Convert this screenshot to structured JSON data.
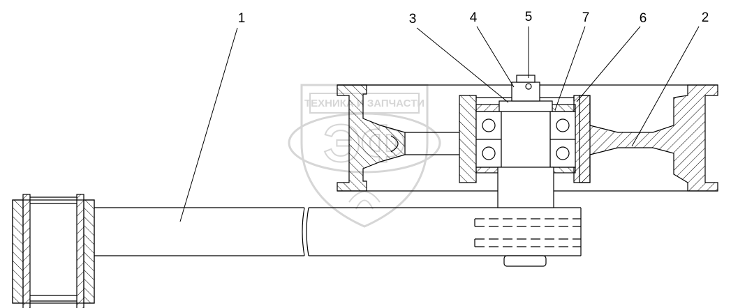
{
  "callouts": {
    "c1": "1",
    "c2": "2",
    "c3": "3",
    "c4": "4",
    "c5": "5",
    "c6": "6",
    "c7": "7"
  },
  "watermark": {
    "top_text": "ТЕХНИКА И ЗАПЧАСТИ",
    "logo_text": "ЭФ",
    "color": "#d2d2d2"
  },
  "colors": {
    "line": "#000000",
    "hatch": "#000000",
    "watermark": "#d2d2d2"
  }
}
